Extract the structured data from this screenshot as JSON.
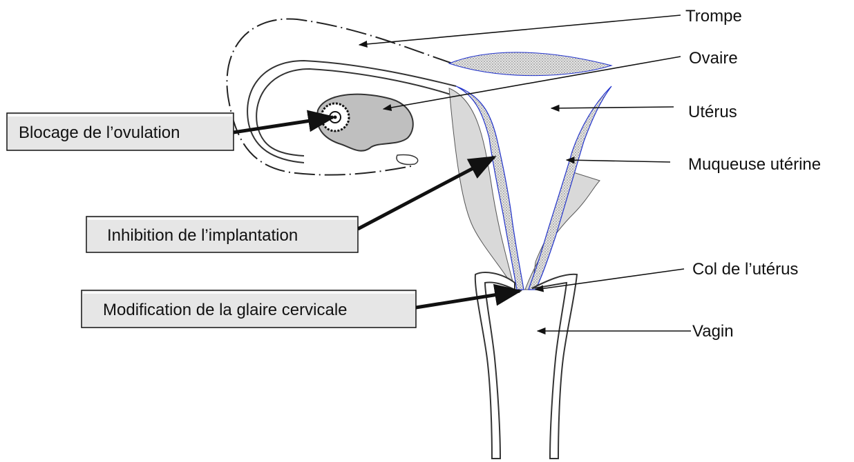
{
  "labels": {
    "trompe": "Trompe",
    "ovaire": "Ovaire",
    "uterus": "Utérus",
    "muqueuse": "Muqueuse utérine",
    "col": "Col de l’utérus",
    "vagin": "Vagin"
  },
  "boxes": {
    "ovulation": "Blocage de l’ovulation",
    "implantation": "Inhibition de l’implantation",
    "glaire": "Modification de la glaire cervicale"
  },
  "colors": {
    "uterus_fill": "#d9d9d9",
    "mucosa_outline": "#2233cc",
    "box_fill": "#e6e6e6",
    "ovary_fill": "#bfbfbf"
  }
}
